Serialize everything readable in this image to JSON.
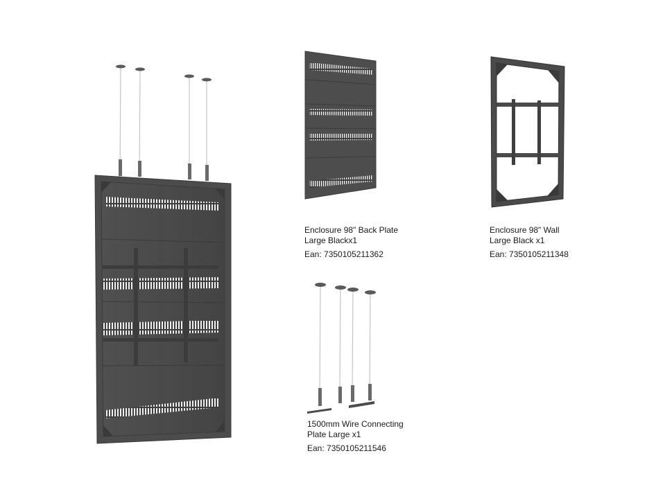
{
  "products": [
    {
      "name_line1": "Enclosure 98\" Back Plate",
      "name_line2": "Large Blackx1",
      "ean": "Ean: 7350105211362",
      "image": "back-plate-panel"
    },
    {
      "name_line1": "Enclosure 98\" Wall",
      "name_line2": "Large Black x1",
      "ean": "Ean: 7350105211348",
      "image": "wall-frame"
    },
    {
      "name_line1": "1500mm Wire Connecting",
      "name_line2": "Plate Large x1",
      "ean": "Ean: 7350105211546",
      "image": "wire-hangers"
    }
  ],
  "assembled_image": "assembled-enclosure-with-wires",
  "colors": {
    "panel": "#4a4a4a",
    "panel_dark": "#3a3a3a",
    "frame": "#555555",
    "vent": "#f2f2f2",
    "wire": "#bdbdbd",
    "text": "#1a1a1a"
  }
}
